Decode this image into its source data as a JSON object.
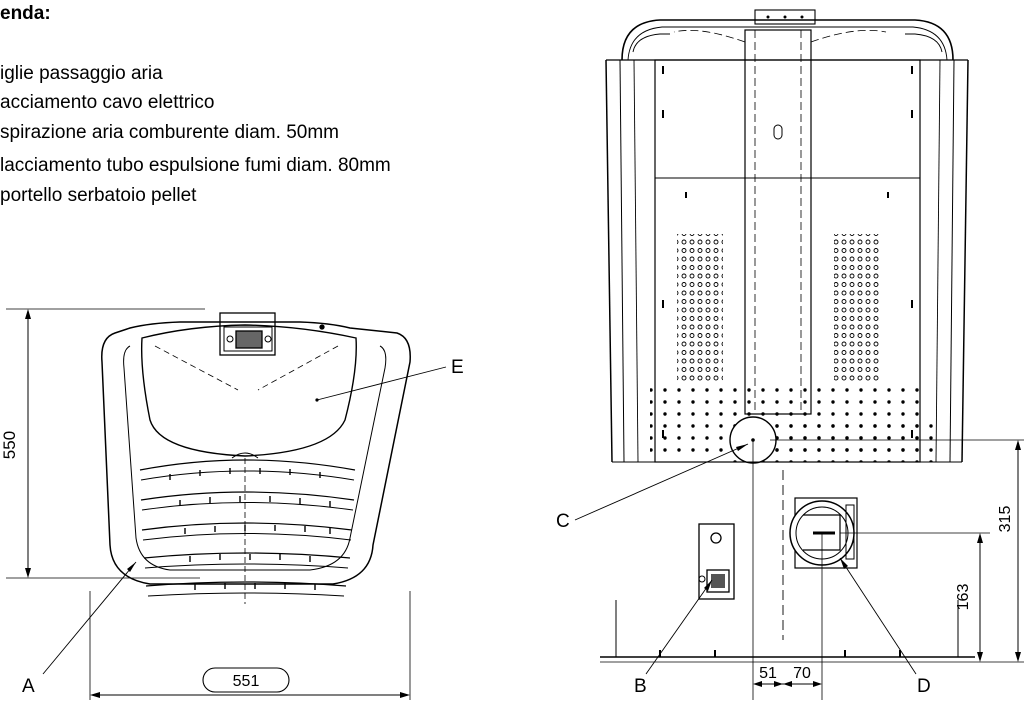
{
  "legend": {
    "title": "enda:",
    "items": [
      "iglie passaggio aria",
      "acciamento cavo elettrico",
      "spirazione aria comburente diam. 50mm",
      "lacciamento tubo espulsione fumi diam. 80mm",
      "portello serbatoio pellet"
    ]
  },
  "top_view": {
    "height_dim": "550",
    "width_dim": "551",
    "label_a": "A",
    "label_e": "E"
  },
  "back_view": {
    "label_b": "B",
    "label_c": "C",
    "label_d": "D",
    "dim_51": "51",
    "dim_70": "70",
    "dim_163": "163",
    "dim_315": "315"
  }
}
